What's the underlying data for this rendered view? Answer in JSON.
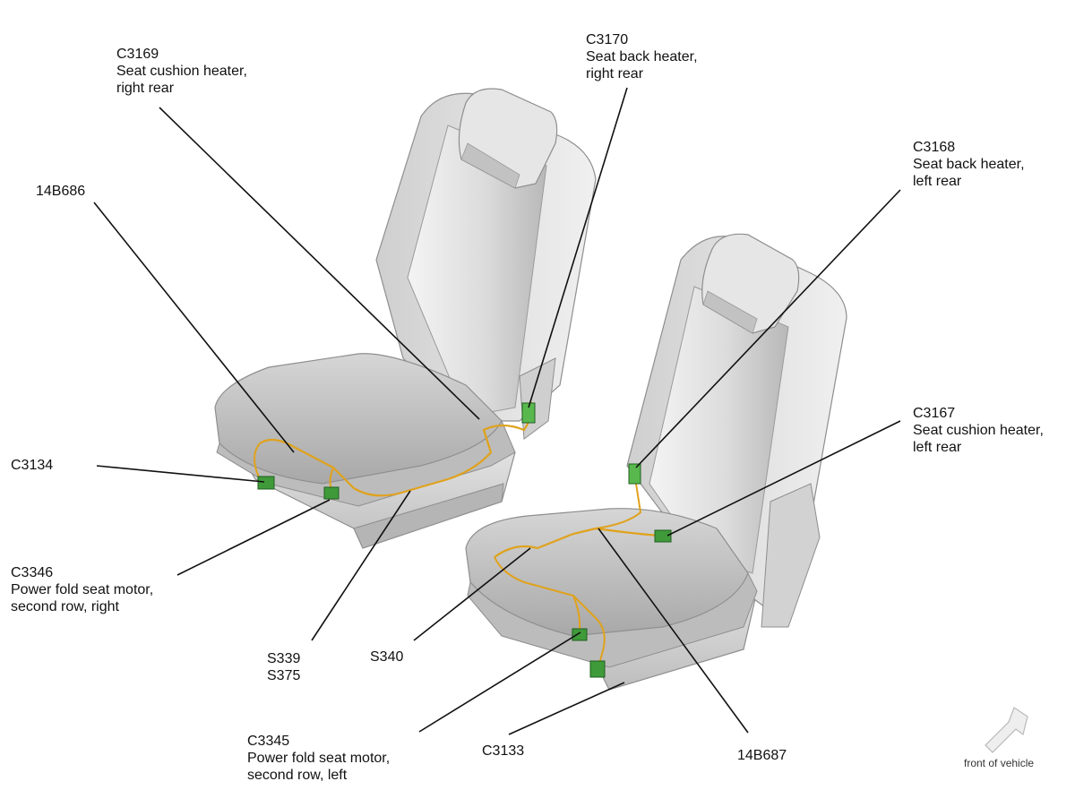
{
  "callouts": {
    "c3169": {
      "code": "C3169",
      "desc1": "Seat cushion heater,",
      "desc2": "right rear"
    },
    "c3170": {
      "code": "C3170",
      "desc1": "Seat back heater,",
      "desc2": "right rear"
    },
    "h14b686": {
      "code": "14B686"
    },
    "c3168": {
      "code": "C3168",
      "desc1": "Seat back heater,",
      "desc2": "left rear"
    },
    "c3167": {
      "code": "C3167",
      "desc1": "Seat cushion heater,",
      "desc2": "left rear"
    },
    "c3134": {
      "code": "C3134"
    },
    "c3346": {
      "code": "C3346",
      "desc1": "Power fold seat motor,",
      "desc2": "second row, right"
    },
    "s339": {
      "code": "S339",
      "code2": "S375"
    },
    "s340": {
      "code": "S340"
    },
    "c3345": {
      "code": "C3345",
      "desc1": "Power fold seat motor,",
      "desc2": "second row, left"
    },
    "c3133": {
      "code": "C3133"
    },
    "h14b687": {
      "code": "14B687"
    }
  },
  "orientation": {
    "label": "front of vehicle",
    "icon": "arrow-front-icon"
  },
  "colors": {
    "harness": "#e0a21c",
    "connector": "#3f9a3a",
    "seat_light": "#e4e4e4",
    "seat_mid": "#c8c8c8",
    "seat_dark": "#9a9a9a"
  }
}
